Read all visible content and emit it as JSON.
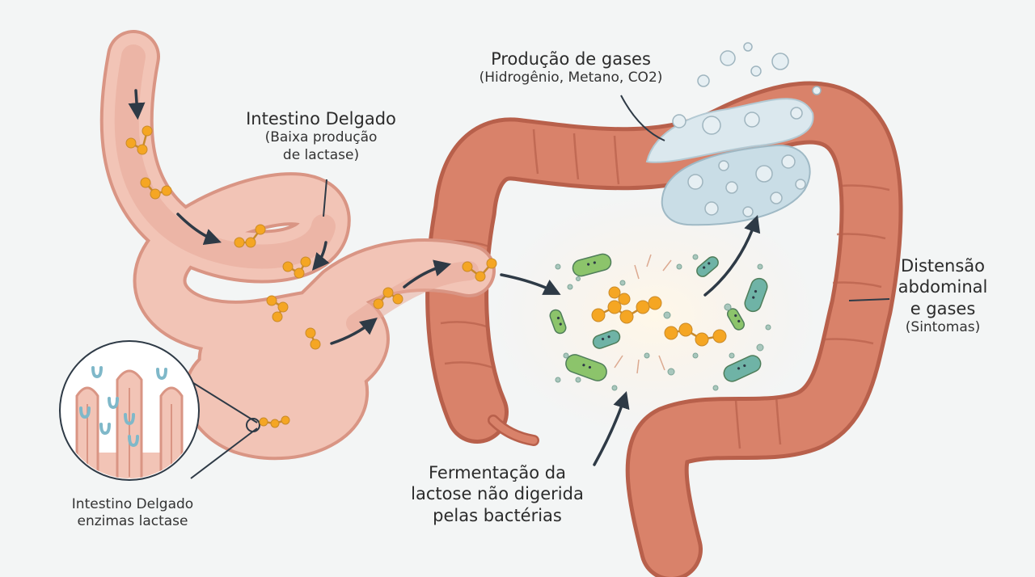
{
  "labels": {
    "small_intestine": {
      "title": "Intestino Delgado",
      "sub1": "(Baixa produção",
      "sub2": "de lactase)"
    },
    "gas_production": {
      "title": "Produção de gases",
      "sub": "(Hidrogênio, Metano, CO2)"
    },
    "distension": {
      "line1": "Distensão",
      "line2": "abdominal",
      "line3": "e gases",
      "sub": "(Sintomas)"
    },
    "fermentation": {
      "line1": "Fermentação da",
      "line2": "lactose não digerida",
      "line3": "pelas bactérias"
    },
    "inset": {
      "line1": "Intestino Delgado",
      "line2": "enzimas lactase"
    }
  },
  "colors": {
    "background": "#f3f5f5",
    "small_intestine": "#f2c4b6",
    "small_intestine_edge": "#d99584",
    "large_intestine": "#d9826a",
    "large_intestine_edge": "#b8604b",
    "lactose_molecule": "#f5a623",
    "bacteria_green": "#8cc46b",
    "bacteria_teal": "#6fb3a6",
    "gas_bubble": "#c9dde6",
    "arrow": "#2e3a46"
  }
}
